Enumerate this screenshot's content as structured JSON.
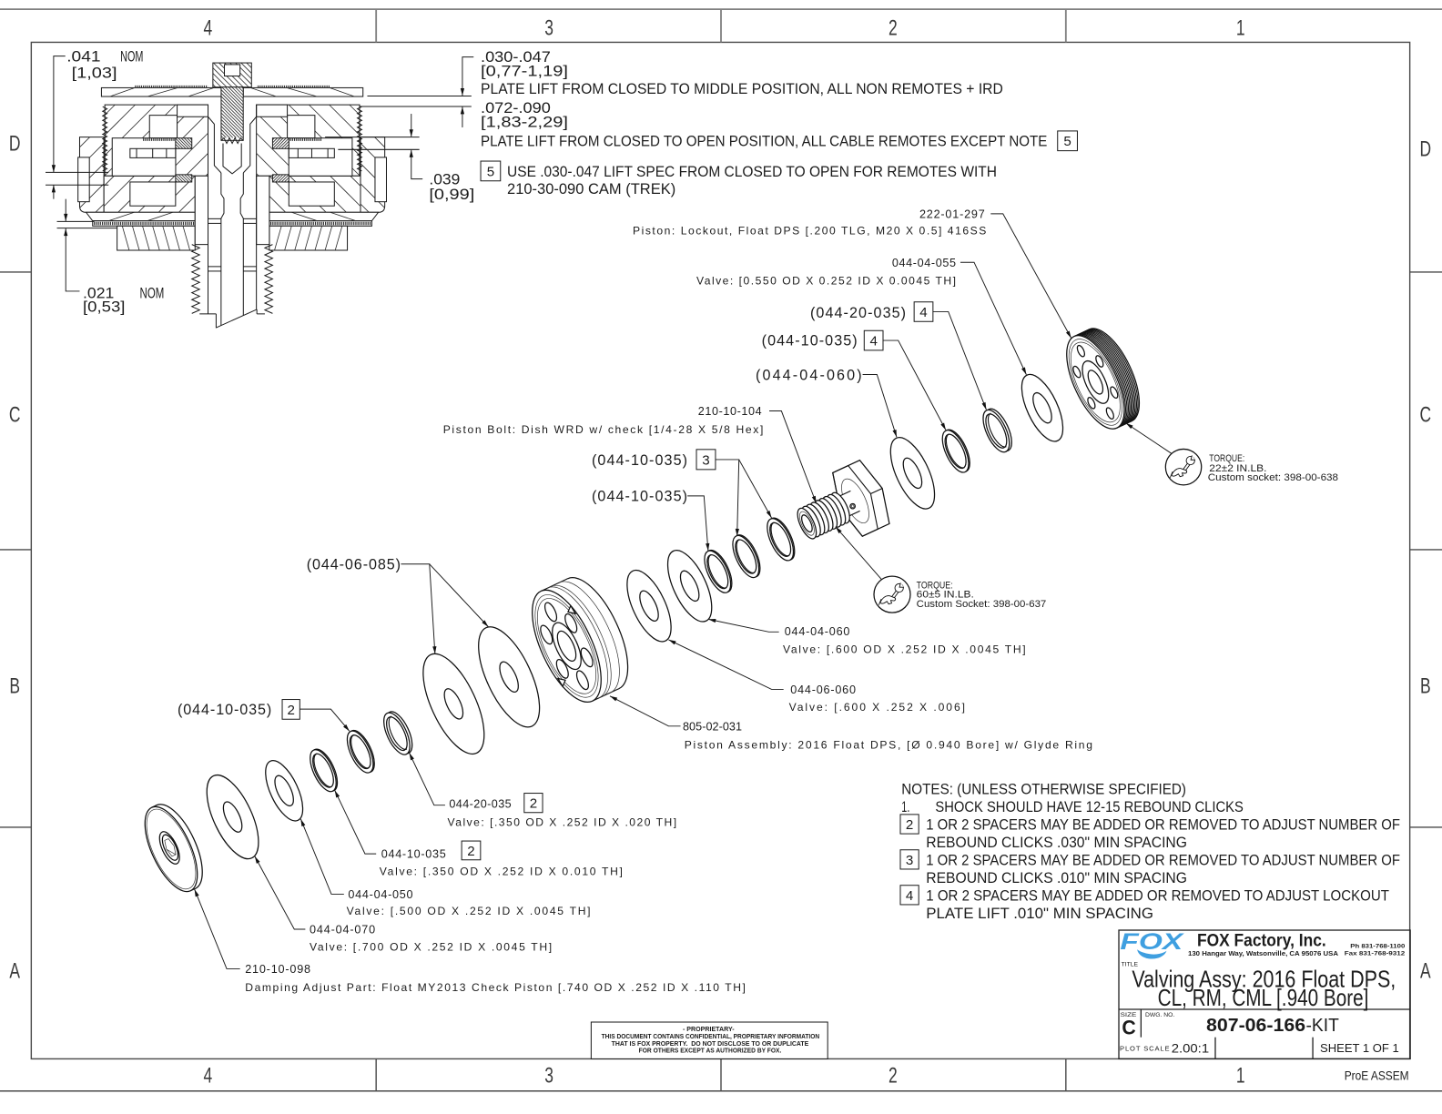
{
  "sheet": {
    "zone_columns": [
      "4",
      "3",
      "2",
      "1"
    ],
    "zone_rows": [
      "D",
      "C",
      "B",
      "A"
    ]
  },
  "section_view": {
    "dim_041": {
      "value": ".041",
      "qualifier": "NOM",
      "metric": "[1,03]"
    },
    "dim_021": {
      "value": ".021",
      "qualifier": "NOM",
      "metric": "[0,53]"
    },
    "dim_039": {
      "value": ".039",
      "metric": "[0,99]"
    }
  },
  "plate_lift": [
    {
      "value": ".030-.047",
      "metric": "[0,77-1,19]",
      "description": "PLATE LIFT FROM CLOSED TO MIDDLE POSITION, ALL NON REMOTES + IRD"
    },
    {
      "value": ".072-.090",
      "metric": "[1,83-2,29]",
      "description": "PLATE LIFT FROM CLOSED TO OPEN POSITION, ALL CABLE REMOTES EXCEPT NOTE",
      "note_flag": "5"
    }
  ],
  "remote_note": {
    "flag": "5",
    "lines": [
      "USE .030-.047 LIFT SPEC FROM CLOSED TO OPEN FOR REMOTES WITH",
      "210-30-090 CAM (TREK)"
    ]
  },
  "callouts": {
    "lockout_piston": {
      "part_no": "222-01-297",
      "description": "Piston: Lockout, Float DPS [.200 TLG, M20 X 0.5] 416SS"
    },
    "valve_044_04_055": {
      "part_no": "044-04-055",
      "description": "Valve: [0.550 OD X 0.252 ID X 0.0045 TH]"
    },
    "lockout_spacer_thick": {
      "part_no": "(044-20-035)",
      "flag": "4"
    },
    "lockout_spacer_thin": {
      "part_no": "(044-10-035)",
      "flag": "4"
    },
    "lockout_valve": {
      "part_no": "(044-04-060)"
    },
    "piston_bolt": {
      "part_no": "210-10-104",
      "description": "Piston Bolt: Dish WRD w/ check [1/4-28 X 5/8 Hex]"
    },
    "compression_spacers": {
      "part_no": "(044-10-035)",
      "flag": "3"
    },
    "compression_spacer": {
      "part_no": "(044-10-035)"
    },
    "rebound_valves_085": {
      "part_no": "(044-06-085)"
    },
    "valve_044_04_060": {
      "part_no": "044-04-060",
      "description": "Valve: [.600 OD X .252 ID X .0045 TH]"
    },
    "valve_044_06_060": {
      "part_no": "044-06-060",
      "description": "Valve: [.600 X .252 X .006]"
    },
    "piston_assembly": {
      "part_no": "805-02-031",
      "description": "Piston Assembly: 2016 Float DPS, [Ø 0.940 Bore] w/ Glyde Ring"
    },
    "rebound_spacer": {
      "part_no": "(044-10-035)",
      "flag": "2"
    },
    "valve_044_20_035": {
      "part_no": "044-20-035",
      "flag": "2",
      "description": "Valve: [.350 OD X .252 ID X .020 TH]"
    },
    "valve_044_10_035": {
      "part_no": "044-10-035",
      "flag": "2",
      "description": "Valve: [.350 OD X .252 ID X 0.010 TH]"
    },
    "valve_044_04_050": {
      "part_no": "044-04-050",
      "description": "Valve: [.500 OD X .252 ID X .0045 TH]"
    },
    "valve_044_04_070": {
      "part_no": "044-04-070",
      "description": "Valve: [.700 OD X .252 ID X .0045 TH]"
    },
    "check_piston": {
      "part_no": "210-10-098",
      "description": "Damping Adjust Part: Float MY2013 Check Piston [.740 OD X .252 ID X .110 TH]"
    }
  },
  "torque_specs": [
    {
      "label": "TORQUE:",
      "value": "22±2 IN.LB.",
      "tool": "Custom socket: 398-00-638"
    },
    {
      "label": "TORQUE:",
      "value": "60±5 IN.LB.",
      "tool": "Custom Socket: 398-00-637"
    }
  ],
  "notes": {
    "heading": "NOTES: (UNLESS OTHERWISE SPECIFIED)",
    "items": [
      {
        "marker": "1.",
        "lines": [
          "SHOCK SHOULD HAVE 12-15 REBOUND CLICKS"
        ]
      },
      {
        "flag": "2",
        "lines": [
          "1 OR 2 SPACERS MAY BE ADDED OR REMOVED TO ADJUST NUMBER OF",
          "REBOUND CLICKS .030\" MIN SPACING"
        ]
      },
      {
        "flag": "3",
        "lines": [
          "1 OR 2 SPACERS MAY BE ADDED OR REMOVED TO ADJUST NUMBER OF",
          "REBOUND CLICKS .010\" MIN SPACING"
        ]
      },
      {
        "flag": "4",
        "lines": [
          "1 OR 2 SPACERS MAY BE ADDED OR REMOVED TO ADJUST LOCKOUT",
          "PLATE LIFT .010\" MIN SPACING"
        ]
      }
    ]
  },
  "proprietary": {
    "heading": "- PROPRIETARY-",
    "lines": [
      "THIS DOCUMENT CONTAINS CONFIDENTIAL, PROPRIETARY INFORMATION",
      "THAT IS FOX PROPERTY.  DO NOT DISCLOSE TO OR DUPLICATE",
      "FOR OTHERS EXCEPT AS AUTHORIZED BY FOX."
    ]
  },
  "title_block": {
    "logo_text": "FOX",
    "logo_color": "#3f9fe0",
    "company": "FOX Factory, Inc.",
    "address": "130 Hangar Way, Watsonville, CA 95076 USA",
    "phone": "Ph 831-768-1100",
    "fax": "Fax 831-768-9312",
    "title_label": "TITLE",
    "title_lines": [
      "Valving Assy: 2016 Float DPS,",
      "CL, RM, CML [.940 Bore]"
    ],
    "size_label": "SIZE",
    "size": "C",
    "dwg_label": "DWG. NO.",
    "dwg_number": "807-06-166",
    "dwg_suffix": "-KIT",
    "plot_scale_label": "PLOT SCALE",
    "plot_scale": "2.00:1",
    "sheet": "SHEET 1 OF 1",
    "cad_source": "ProE ASSEM"
  }
}
